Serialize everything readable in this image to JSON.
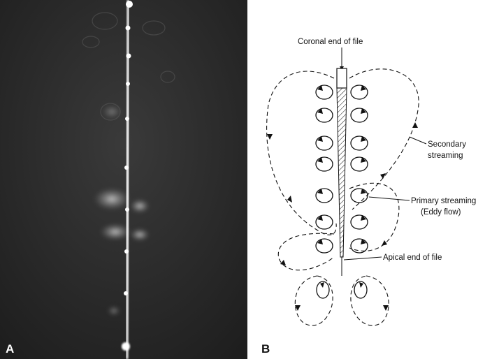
{
  "panels": {
    "a": {
      "letter": "A"
    },
    "b": {
      "letter": "B",
      "labels": {
        "coronal": "Coronal end of file",
        "secondary_line1": "Secondary",
        "secondary_line2": "streaming",
        "primary_line1": "Primary streaming",
        "primary_line2": "(Eddy flow)",
        "apical": "Apical end of file"
      }
    }
  },
  "colors": {
    "photo_background": "#2b2b2b",
    "file_glow": "#f4f4f4",
    "diagram_ink": "#111111"
  }
}
